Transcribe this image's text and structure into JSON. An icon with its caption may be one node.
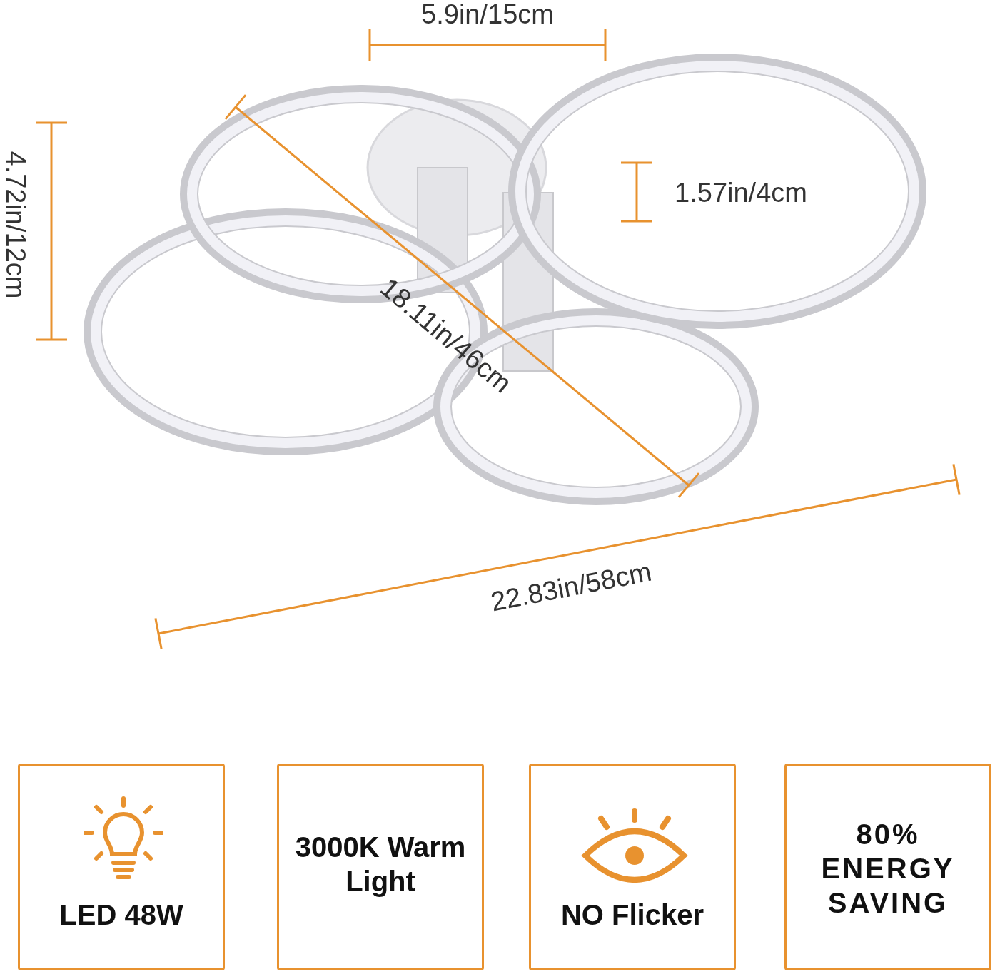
{
  "diagram": {
    "nodes": [
      {
        "text": [
          "LED 48W"
        ]
      },
      {
        "text": [
          "3000K Warm Light"
        ]
      },
      {
        "text": [
          "NO Flicker"
        ]
      },
      {
        "text": [
          "80% ENERGY SAVING"
        ]
      }
    ],
    "labels": [
      "5.9in/15cm",
      "4.72in/12cm",
      "1.57in/4cm",
      "18.11in/46cm",
      "22.83in/58cm"
    ]
  }
}
